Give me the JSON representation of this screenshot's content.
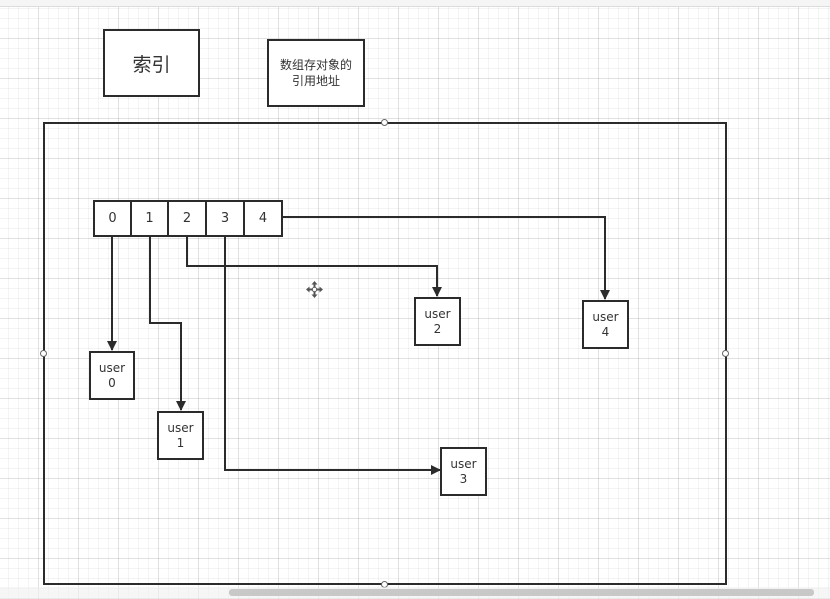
{
  "labels": {
    "index": "索引",
    "ref_line1": "数组存对象的",
    "ref_line2": "引用地址"
  },
  "array": {
    "cells": [
      "0",
      "1",
      "2",
      "3",
      "4"
    ]
  },
  "users": [
    {
      "word": "user",
      "num": "0"
    },
    {
      "word": "user",
      "num": "1"
    },
    {
      "word": "user",
      "num": "2"
    },
    {
      "word": "user",
      "num": "3"
    },
    {
      "word": "user",
      "num": "4"
    }
  ],
  "colors": {
    "stroke": "#2b2b2b",
    "text": "#333333",
    "handle_border": "#666666",
    "scrollbar": "#c8c8c8"
  },
  "icons": {
    "cursor": "move-cursor-icon"
  }
}
